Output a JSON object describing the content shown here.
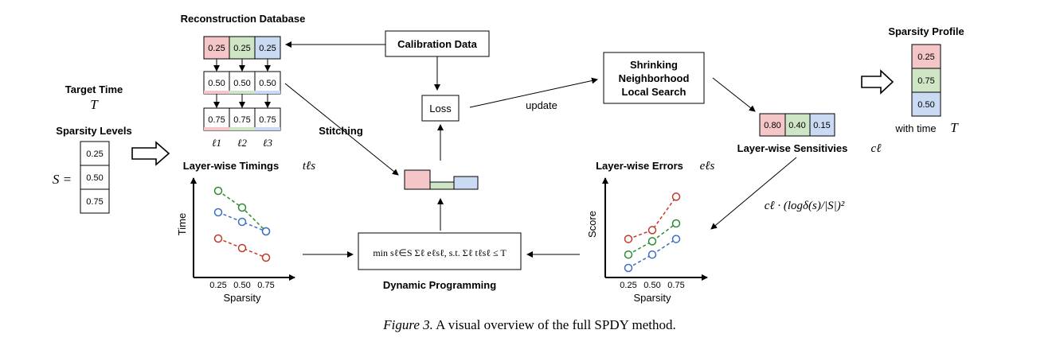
{
  "database": {
    "title": "Reconstruction Database",
    "rows": [
      [
        "0.25",
        "0.25",
        "0.25"
      ],
      [
        "0.50",
        "0.50",
        "0.50"
      ],
      [
        "0.75",
        "0.75",
        "0.75"
      ]
    ],
    "layer_labels": [
      "ℓ1",
      "ℓ2",
      "ℓ3"
    ]
  },
  "target": {
    "title": "Target Time",
    "symbol": "T"
  },
  "sparsity_levels": {
    "title": "Sparsity Levels",
    "symbol": "S =",
    "values": [
      "0.25",
      "0.50",
      "0.75"
    ]
  },
  "calibration": {
    "label": "Calibration Data"
  },
  "loss": {
    "label": "Loss"
  },
  "update": {
    "label": "update"
  },
  "stitching": {
    "label": "Stitching"
  },
  "search": {
    "lines": [
      "Shrinking",
      "Neighborhood",
      "Local Search"
    ]
  },
  "sensitivities": {
    "values": [
      "0.80",
      "0.40",
      "0.15"
    ],
    "title": "Layer-wise Sensitivies",
    "symbol": "cℓ"
  },
  "profile": {
    "title": "Sparsity Profile",
    "values": [
      "0.25",
      "0.75",
      "0.50"
    ],
    "caption": "with time",
    "symbol": "T"
  },
  "timings": {
    "title": "Layer-wise Timings",
    "symbol": "tℓs",
    "ylabel": "Time",
    "xlabel": "Sparsity",
    "ticks": [
      "0.25",
      "0.50",
      "0.75"
    ]
  },
  "errors": {
    "title": "Layer-wise Errors",
    "symbol": "eℓs",
    "ylabel": "Score",
    "xlabel": "Sparsity",
    "ticks": [
      "0.25",
      "0.50",
      "0.75"
    ]
  },
  "formula": {
    "text": "cℓ · (logδ(s)/|S|)²"
  },
  "dp": {
    "objective": "min sℓ∈S Σℓ eℓsℓ, s.t. Σℓ tℓsℓ ≤ T",
    "label": "Dynamic Programming"
  },
  "caption": {
    "figure": "Figure 3.",
    "text": " A visual overview of the full SPDY method."
  },
  "colors": {
    "red": "#f4c6c8",
    "green": "#cfe6c6",
    "blue": "#c9daf2",
    "red_line": "#c0392b",
    "green_line": "#2e8b2e",
    "blue_line": "#3a6fc4"
  },
  "chart_data": [
    {
      "type": "scatter",
      "name": "timings",
      "x": [
        0.25,
        0.5,
        0.75
      ],
      "series": [
        {
          "color": "green",
          "values": [
            3.0,
            2.3,
            1.3
          ]
        },
        {
          "color": "blue",
          "values": [
            2.1,
            1.7,
            1.3
          ]
        },
        {
          "color": "red",
          "values": [
            1.0,
            0.6,
            0.2
          ]
        }
      ]
    },
    {
      "type": "scatter",
      "name": "errors",
      "x": [
        0.25,
        0.5,
        0.75
      ],
      "series": [
        {
          "color": "red",
          "values": [
            1.3,
            1.7,
            3.2
          ]
        },
        {
          "color": "green",
          "values": [
            0.6,
            1.2,
            2.0
          ]
        },
        {
          "color": "blue",
          "values": [
            0.0,
            0.6,
            1.3
          ]
        }
      ]
    }
  ]
}
